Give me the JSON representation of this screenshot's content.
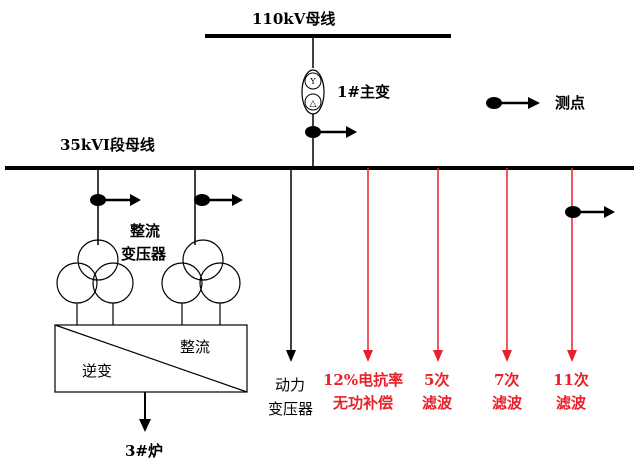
{
  "diagram": {
    "bus_110kv_label": "110kV母线",
    "bus_35kv_label": "35kVⅠ段母线",
    "main_transformer_label": "1#主变",
    "main_transformer_symbol_top": "Y",
    "main_transformer_symbol_bottom": "△",
    "legend_label": "测点",
    "rectifier_transformer_label_line1": "整流",
    "rectifier_transformer_label_line2": "变压器",
    "converter_inverter_label": "逆变",
    "converter_rectifier_label": "整流",
    "furnace_label": "3#炉",
    "power_transformer_label_line1": "动力",
    "power_transformer_label_line2": "变压器",
    "reactive_comp_line1": "12%电抗率",
    "reactive_comp_line2": "无功补偿",
    "filter5_line1": "5次",
    "filter5_line2": "滤波",
    "filter7_line1": "7次",
    "filter7_line2": "滤波",
    "filter11_line1": "11次",
    "filter11_line2": "滤波",
    "colors": {
      "line": "#000000",
      "branch_red": "#e8202a",
      "text_red": "#e8202a"
    }
  }
}
